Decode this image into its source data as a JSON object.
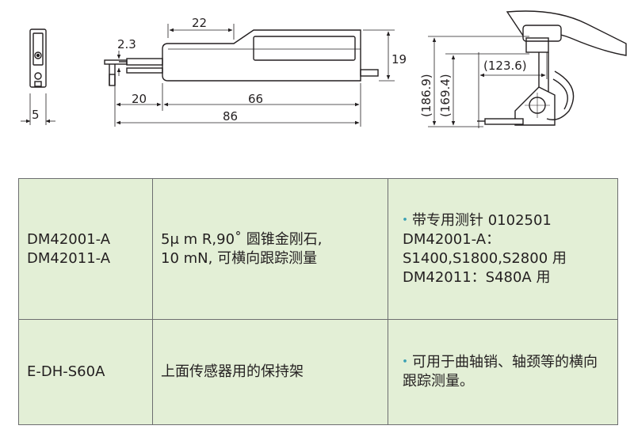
{
  "drawing": {
    "dimensions": {
      "width_side": "5",
      "top_len": "22",
      "tip_height": "2.3",
      "stylus_len": "20",
      "body_len": "66",
      "total_len": "86",
      "height": "19",
      "holder_width": "(123.6)",
      "holder_height_total": "(186.9)",
      "holder_height_inner": "(169.4)"
    }
  },
  "table": {
    "rows": [
      {
        "model_lines": [
          "DM42001-A",
          "DM42011-A"
        ],
        "desc_lines": [
          "5μ m R,90˚ 圆锥金刚石,",
          "10 mN, 可横向跟踪测量"
        ],
        "note_bullet": "・",
        "note_lines": [
          "带专用测针 0102501",
          "DM42001-A：",
          "S1400,S1800,S2800 用",
          "DM42011：S480A 用"
        ]
      },
      {
        "model_lines": [
          "E-DH-S60A"
        ],
        "desc_lines": [
          "上面传感器用的保持架"
        ],
        "note_bullet": "・",
        "note_lines": [
          "可用于曲轴销、轴颈等的横向",
          "跟踪测量。"
        ]
      }
    ]
  }
}
